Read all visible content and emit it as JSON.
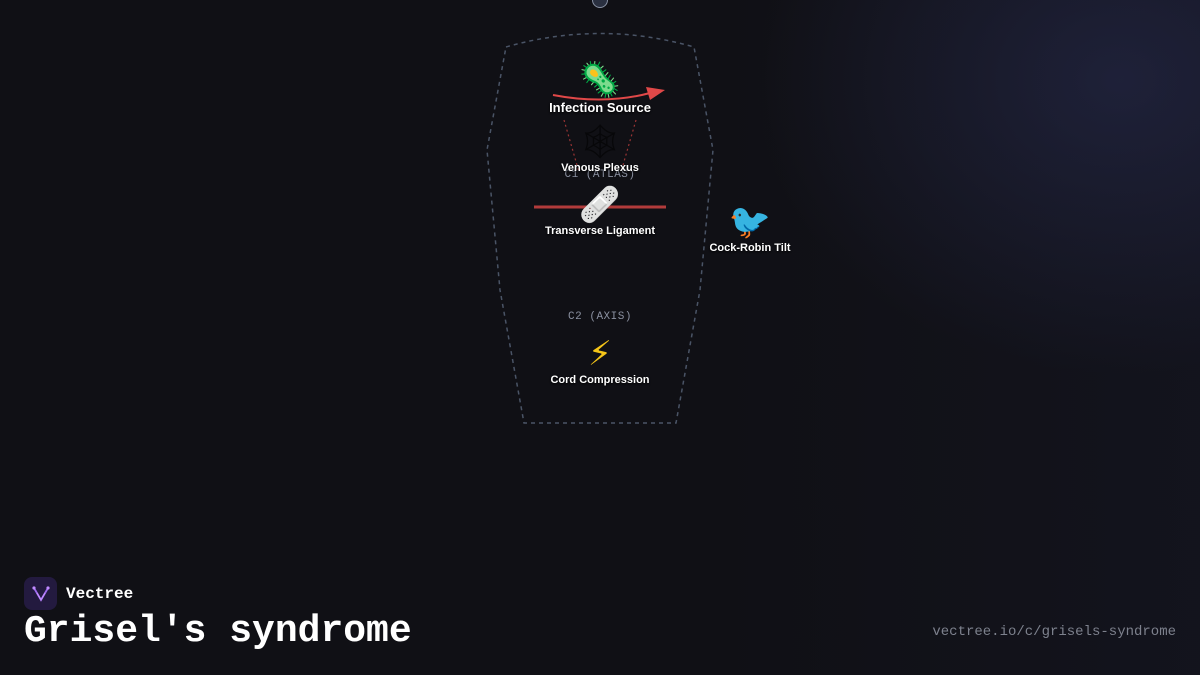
{
  "diagram": {
    "regions": {
      "c1": "C1 (ATLAS)",
      "c2": "C2 (AXIS)"
    },
    "nodes": {
      "infection": {
        "label": "Infection Source",
        "icon": "microbe-icon",
        "glyph": "🦠"
      },
      "venous": {
        "label": "Venous Plexus",
        "icon": "web-icon",
        "glyph": "🕸"
      },
      "ligament": {
        "label": "Transverse Ligament",
        "icon": "bandage-icon",
        "glyph": "🩹"
      },
      "tilt": {
        "label": "Cock-Robin Tilt",
        "icon": "bird-icon",
        "glyph": "🐦"
      },
      "cord": {
        "label": "Cord Compression",
        "icon": "lightning-icon",
        "glyph": "⚡"
      }
    },
    "colors": {
      "arrow": "#e04848",
      "ligament": "#b23b3b",
      "outline": "#4a5466"
    }
  },
  "brand": {
    "name": "Vectree",
    "icon": "vectree-logo-icon"
  },
  "page": {
    "title": "Grisel's syndrome",
    "url": "vectree.io/c/grisels-syndrome"
  }
}
